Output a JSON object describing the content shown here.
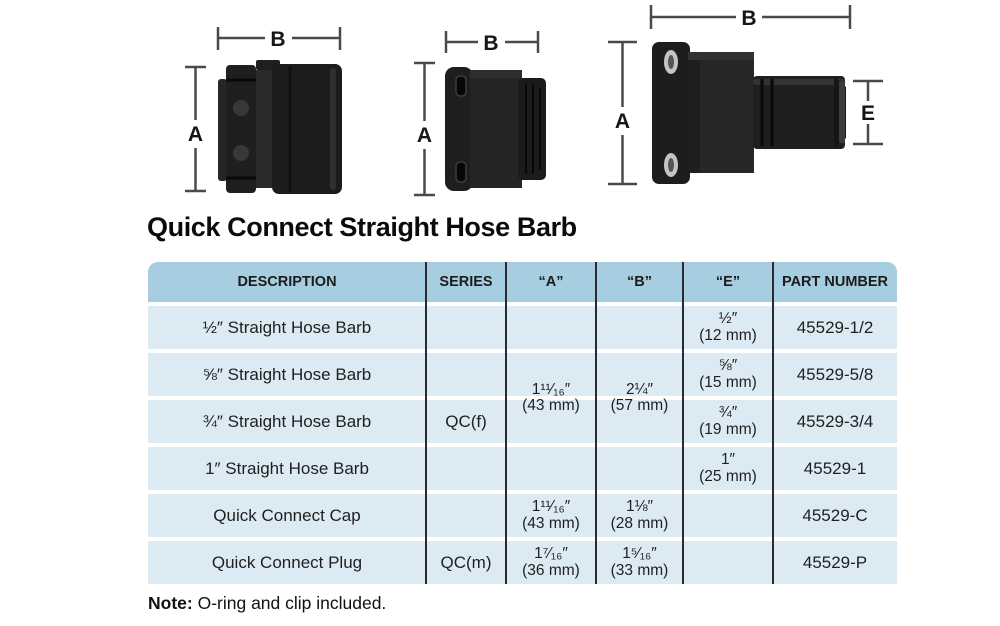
{
  "page": {
    "title": "Quick Connect Straight Hose Barb",
    "note_label": "Note:",
    "note_text": " O-ring and clip included."
  },
  "figures": {
    "dim_labels": {
      "A": "A",
      "B": "B",
      "E": "E"
    }
  },
  "colors": {
    "header_bg": "#a6cde0",
    "row_bg": "#dcebf3",
    "divider": "#2b2b2b",
    "dimension_line": "#4a4a4a"
  },
  "table": {
    "headers": {
      "description": "DESCRIPTION",
      "series": "SERIES",
      "a": "“A”",
      "b": "“B”",
      "e": "“E”",
      "part_number": "PART NUMBER"
    },
    "merged": {
      "series_f": "QC(f)",
      "a_in": "1¹¹⁄₁₆″",
      "a_mm": "(43 mm)",
      "b_in": "2¼″",
      "b_mm": "(57 mm)"
    },
    "rows": [
      {
        "description": "½″ Straight Hose Barb",
        "e_in": "½″",
        "e_mm": "(12 mm)",
        "part_number": "45529-1/2"
      },
      {
        "description": "⅝″ Straight Hose Barb",
        "e_in": "⅝″",
        "e_mm": "(15 mm)",
        "part_number": "45529-5/8"
      },
      {
        "description": "¾″ Straight Hose Barb",
        "e_in": "¾″",
        "e_mm": "(19 mm)",
        "part_number": "45529-3/4"
      },
      {
        "description": "1″ Straight Hose Barb",
        "e_in": "1″",
        "e_mm": "(25 mm)",
        "part_number": "45529-1"
      },
      {
        "description": "Quick Connect Cap",
        "a_in": "1¹¹⁄₁₆″",
        "a_mm": "(43 mm)",
        "b_in": "1⅛″",
        "b_mm": "(28 mm)",
        "part_number": "45529-C"
      },
      {
        "description": "Quick Connect Plug",
        "series": "QC(m)",
        "a_in": "1⁷⁄₁₆″",
        "a_mm": "(36 mm)",
        "b_in": "1⁵⁄₁₆″",
        "b_mm": "(33 mm)",
        "part_number": "45529-P"
      }
    ]
  }
}
